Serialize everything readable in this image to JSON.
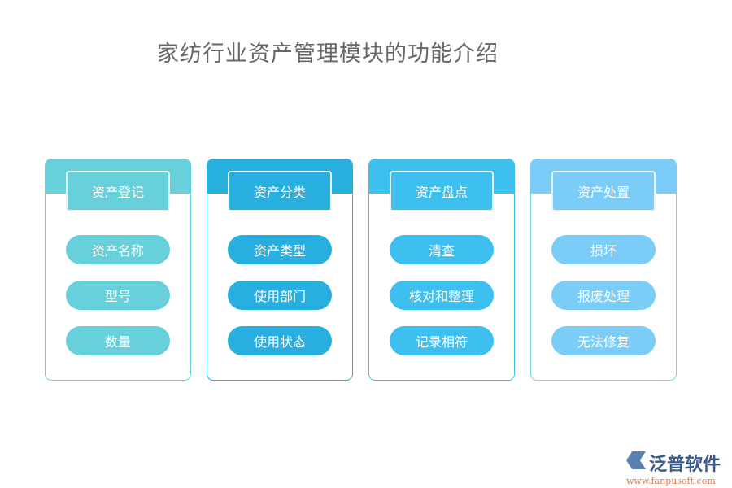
{
  "title": "家纺行业资产管理模块的功能介绍",
  "columns": [
    {
      "heading": "资产登记",
      "color": "#67d0da",
      "items": [
        "资产名称",
        "型号",
        "数量"
      ]
    },
    {
      "heading": "资产分类",
      "color": "#29aee0",
      "items": [
        "资产类型",
        "使用部门",
        "使用状态"
      ]
    },
    {
      "heading": "资产盘点",
      "color": "#3dbff0",
      "items": [
        "清查",
        "核对和整理",
        "记录相符"
      ]
    },
    {
      "heading": "资产处置",
      "color": "#7bcdf7",
      "items": [
        "损坏",
        "报废处理",
        "无法修复"
      ]
    }
  ],
  "logo": {
    "name": "泛普软件",
    "url": "www.fanpusoft.com"
  }
}
